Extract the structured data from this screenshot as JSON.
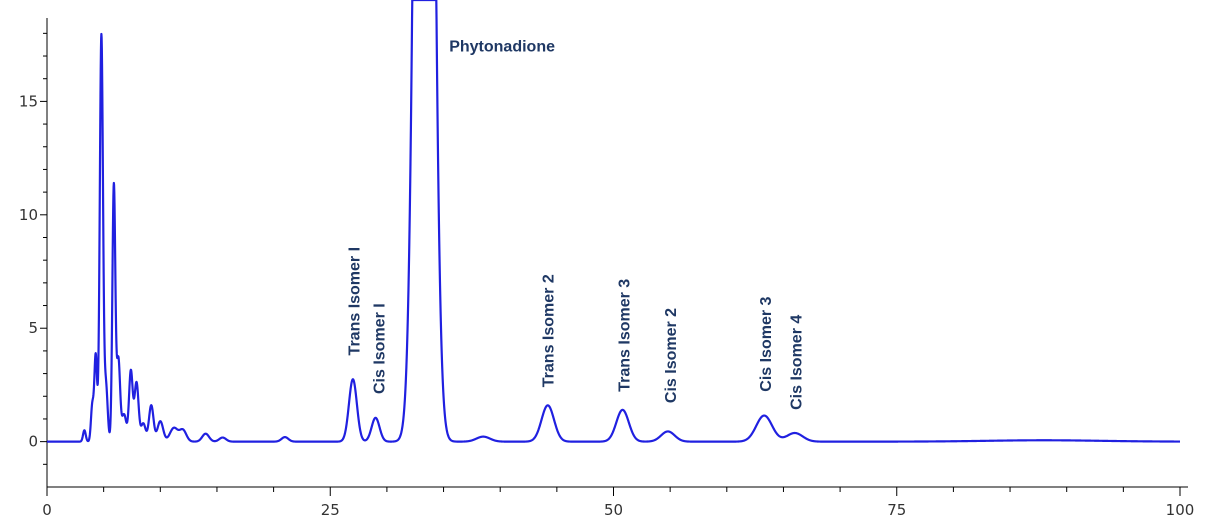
{
  "chart_data": {
    "type": "line",
    "title": "",
    "xlabel": "",
    "ylabel": "",
    "xlim": [
      0,
      100
    ],
    "ylim": [
      -2,
      18.5
    ],
    "x_ticks": [
      {
        "value": 0,
        "label": "0"
      },
      {
        "value": 25,
        "label": "25"
      },
      {
        "value": 50,
        "label": "50"
      },
      {
        "value": 75,
        "label": "75"
      },
      {
        "value": 100,
        "label": "100"
      }
    ],
    "y_ticks": [
      {
        "value": 0,
        "label": "0"
      },
      {
        "value": 5,
        "label": "5"
      },
      {
        "value": 10,
        "label": "10"
      },
      {
        "value": 15,
        "label": "15"
      }
    ],
    "line_color": "#2020e0",
    "label_color": "#1f3864",
    "series": [
      {
        "peaks": [
          {
            "t": 3.3,
            "h": 0.5,
            "w": 0.12
          },
          {
            "t": 4.0,
            "h": 1.6,
            "w": 0.12
          },
          {
            "t": 4.3,
            "h": 3.8,
            "w": 0.12
          },
          {
            "t": 4.8,
            "h": 17.9,
            "w": 0.14
          },
          {
            "t": 5.2,
            "h": 2.5,
            "w": 0.15
          },
          {
            "t": 5.9,
            "h": 11.3,
            "w": 0.13
          },
          {
            "t": 6.3,
            "h": 3.6,
            "w": 0.15
          },
          {
            "t": 6.8,
            "h": 1.2,
            "w": 0.2
          },
          {
            "t": 7.4,
            "h": 3.1,
            "w": 0.16
          },
          {
            "t": 7.9,
            "h": 2.6,
            "w": 0.18
          },
          {
            "t": 8.5,
            "h": 0.8,
            "w": 0.2
          },
          {
            "t": 9.2,
            "h": 1.6,
            "w": 0.2
          },
          {
            "t": 10.0,
            "h": 0.9,
            "w": 0.25
          },
          {
            "t": 11.2,
            "h": 0.6,
            "w": 0.35
          },
          {
            "t": 12.0,
            "h": 0.5,
            "w": 0.3
          },
          {
            "t": 14.0,
            "h": 0.35,
            "w": 0.3
          },
          {
            "t": 15.5,
            "h": 0.18,
            "w": 0.3
          },
          {
            "t": 21.0,
            "h": 0.2,
            "w": 0.3
          },
          {
            "t": 27.0,
            "h": 2.75,
            "w": 0.35
          },
          {
            "t": 29.0,
            "h": 1.05,
            "w": 0.35
          },
          {
            "t": 33.3,
            "h": 85.0,
            "w": 0.62
          },
          {
            "t": 38.5,
            "h": 0.22,
            "w": 0.6
          },
          {
            "t": 44.2,
            "h": 1.6,
            "w": 0.55
          },
          {
            "t": 50.8,
            "h": 1.4,
            "w": 0.55
          },
          {
            "t": 54.8,
            "h": 0.45,
            "w": 0.6
          },
          {
            "t": 63.3,
            "h": 1.15,
            "w": 0.7
          },
          {
            "t": 66.0,
            "h": 0.38,
            "w": 0.7
          },
          {
            "t": 88.0,
            "h": 0.06,
            "w": 5.0
          }
        ]
      }
    ],
    "annotations": [
      {
        "text": "Phytonadione",
        "x": 35.5,
        "y": 17.2,
        "orientation": "horizontal"
      },
      {
        "text": "Trans Isomer I",
        "x": 27.6,
        "y": 3.8,
        "orientation": "vertical"
      },
      {
        "text": "Cis Isomer I",
        "x": 29.8,
        "y": 2.1,
        "orientation": "vertical"
      },
      {
        "text": "Trans Isomer 2",
        "x": 44.7,
        "y": 2.4,
        "orientation": "vertical"
      },
      {
        "text": "Trans Isomer 3",
        "x": 51.4,
        "y": 2.2,
        "orientation": "vertical"
      },
      {
        "text": "Cis Isomer 2",
        "x": 55.5,
        "y": 1.7,
        "orientation": "vertical"
      },
      {
        "text": "Cis Isomer 3",
        "x": 63.9,
        "y": 2.2,
        "orientation": "vertical"
      },
      {
        "text": "Cis Isomer 4",
        "x": 66.6,
        "y": 1.4,
        "orientation": "vertical"
      }
    ]
  }
}
